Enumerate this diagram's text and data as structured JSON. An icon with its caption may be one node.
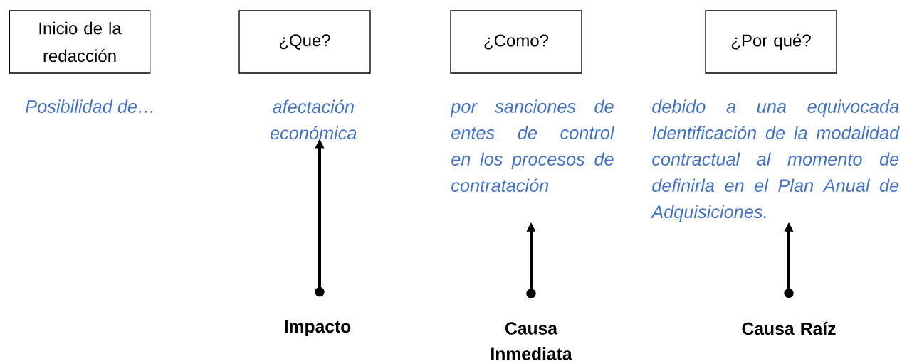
{
  "diagram": {
    "nodes": [
      {
        "text": [
          "Inicio de la redacción"
        ]
      },
      {
        "text": [
          "¿Que?"
        ]
      },
      {
        "text": [
          "¿Como?"
        ]
      },
      {
        "text": [
          "¿Por qué?"
        ]
      },
      {
        "text": [
          "Posibilidad de…"
        ]
      },
      {
        "text": [
          "afectación económica"
        ]
      },
      {
        "text": [
          "por sanciones de entes de control en los procesos de contratación"
        ]
      },
      {
        "text": [
          "debido a una equivocada Identificación de la modalidad contractual al momento de definirla en el Plan Anual de Adquisiciones."
        ]
      },
      {
        "text": [
          "Impacto"
        ]
      },
      {
        "text": [
          "Causa Inmediata"
        ]
      },
      {
        "text": [
          "Causa Raíz"
        ]
      }
    ],
    "edges": [
      {
        "from": 8,
        "to": 5,
        "arrow": "to"
      },
      {
        "from": 9,
        "to": 6,
        "arrow": "to"
      },
      {
        "from": 10,
        "to": 7,
        "arrow": "to"
      }
    ]
  }
}
